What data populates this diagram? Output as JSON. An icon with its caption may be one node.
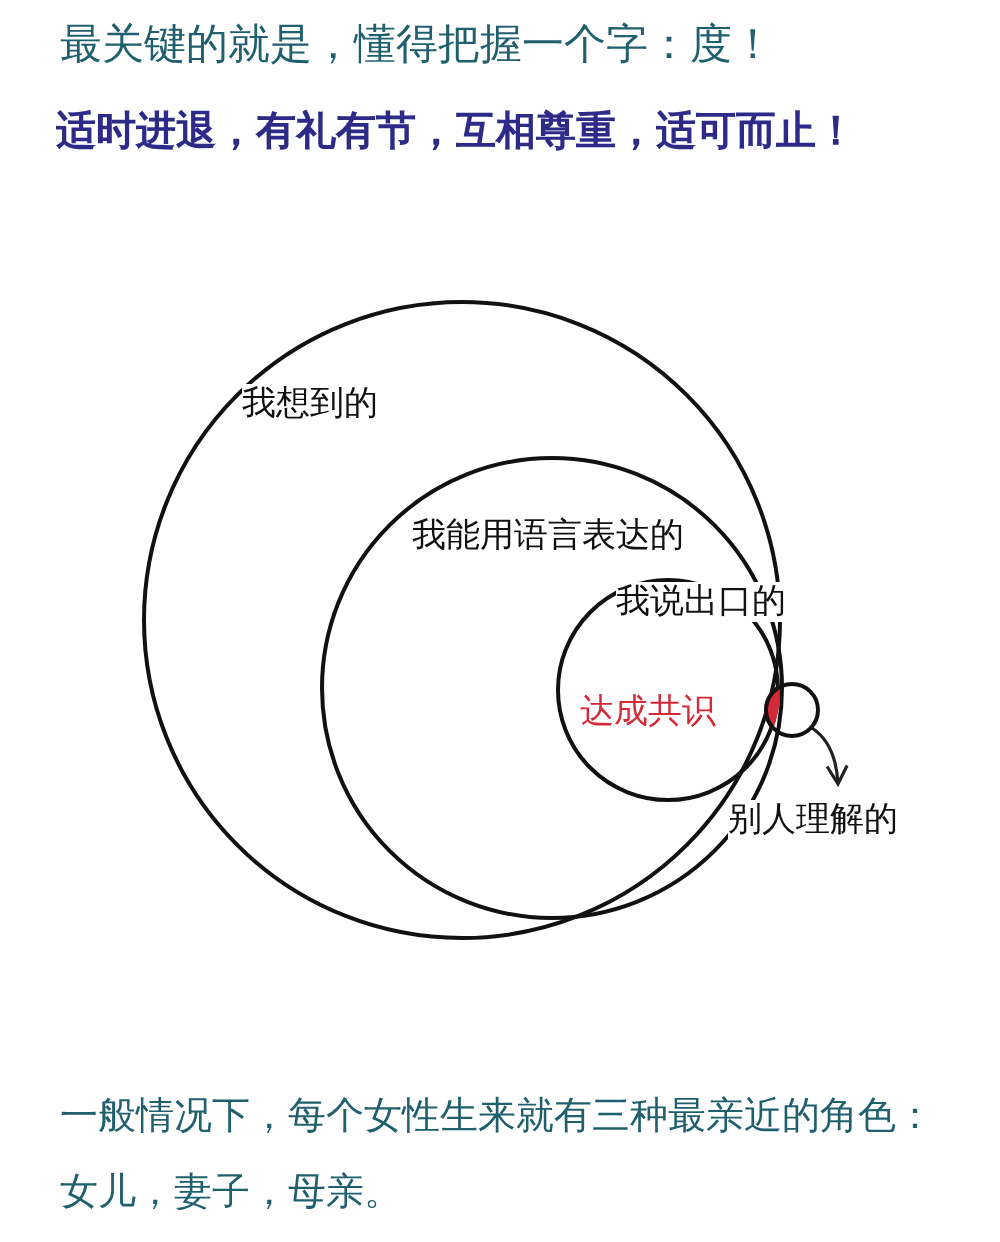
{
  "diagram": {
    "title": "最关键的就是，懂得把握一个字：度！",
    "labels": [
      "适时进退，有礼有节，互相尊重，适可而止！",
      "达成共识"
    ],
    "caption": "一般情况下，每个女性生来就有三种最亲近的角色：女儿，妻子，母亲。",
    "nodes": [
      {
        "text": [
          "我想到的"
        ]
      },
      {
        "text": [
          "我能用语言表达的"
        ],
        "in": 0
      },
      {
        "text": [
          "我说出口的"
        ],
        "in": 1
      },
      {
        "text": [],
        "shape": "lens"
      },
      {
        "text": [],
        "shape": "circle"
      },
      {
        "text": [
          "别人理解的"
        ]
      }
    ],
    "edges": [
      {
        "from": 4,
        "to": 5,
        "arrow": "to"
      }
    ]
  }
}
